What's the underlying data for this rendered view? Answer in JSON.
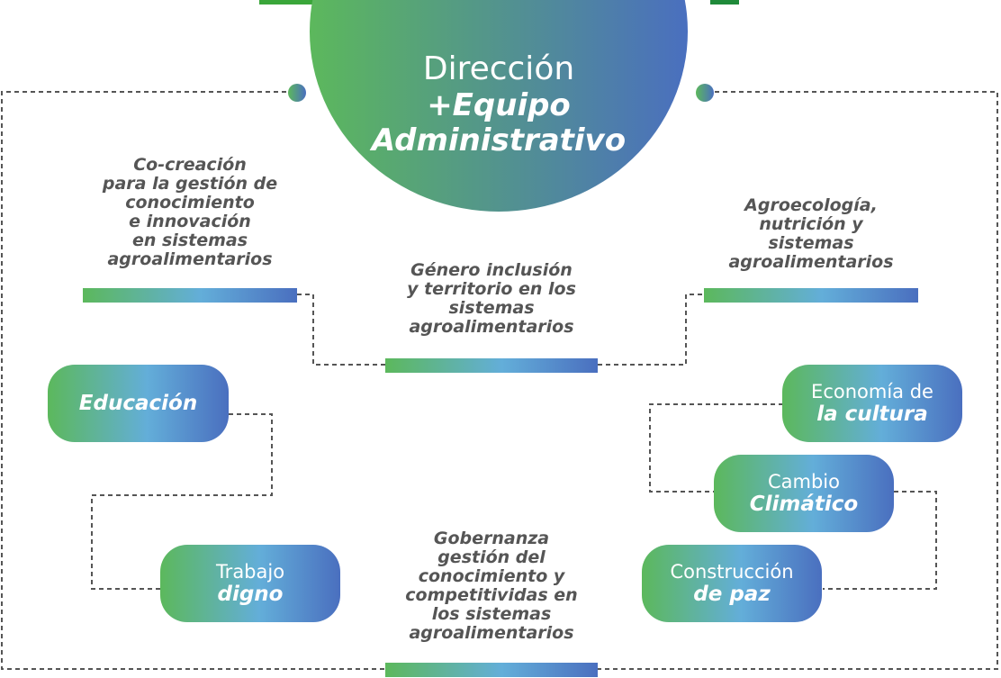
{
  "center": {
    "line1": "Dirección",
    "line2": "+Equipo",
    "line3": "Administrativo"
  },
  "nodes": {
    "cocreacion": "Co-creación\npara la gestión  de\nconocimiento\ne innovación\nen sistemas\nagroalimentarios",
    "agroecologia": "Agroecología,\nnutrición y\nsistemas\nagroalimentarios",
    "genero": "Género inclusión\ny territorio en los\nsistemas\nagroalimentarios",
    "gobernanza": "Gobernanza\ngestión del\nconocimiento y\ncompetitividas en\nlos sistemas\nagroalimentarios"
  },
  "pills": {
    "educacion": {
      "line1": "",
      "line2": "Educación"
    },
    "trabajo": {
      "line1": "Trabajo",
      "line2": "digno"
    },
    "economia": {
      "line1": "Economía de",
      "line2": "la cultura"
    },
    "cambio": {
      "line1": "Cambio",
      "line2": "Climático"
    },
    "construccion": {
      "line1": "Construcción",
      "line2": "de paz"
    }
  },
  "colors": {
    "green": "#5cb85c",
    "light_blue": "#63aed9",
    "blue": "#4a6fbf",
    "text_gray": "#555555",
    "dashed_line": "#555555",
    "top_bar_green": "#3aa63a",
    "top_bar_dark_green": "#1f8a3a"
  }
}
